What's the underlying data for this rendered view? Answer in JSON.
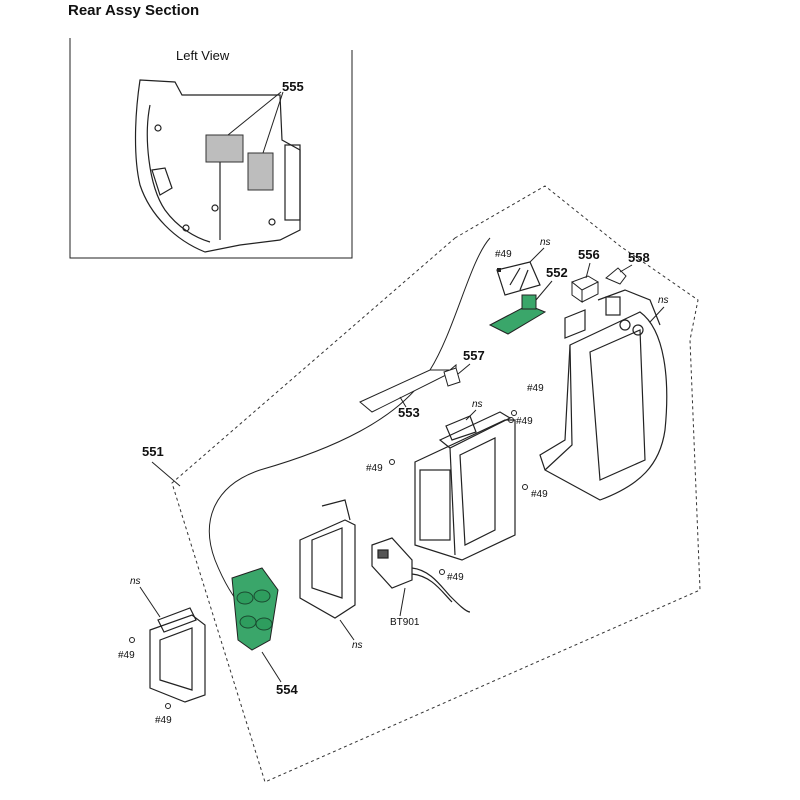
{
  "title": "Rear Assy Section",
  "inset": {
    "caption": "Left View",
    "part": "555"
  },
  "parts": {
    "p551": "551",
    "p552": "552",
    "p553": "553",
    "p554": "554",
    "p556": "556",
    "p557": "557",
    "p558": "558",
    "bt901": "BT901"
  },
  "screw": "#49",
  "ns": "ns",
  "colors": {
    "board_green": "#3aa66a",
    "line": "#222222",
    "gray": "#bdbdbd"
  }
}
